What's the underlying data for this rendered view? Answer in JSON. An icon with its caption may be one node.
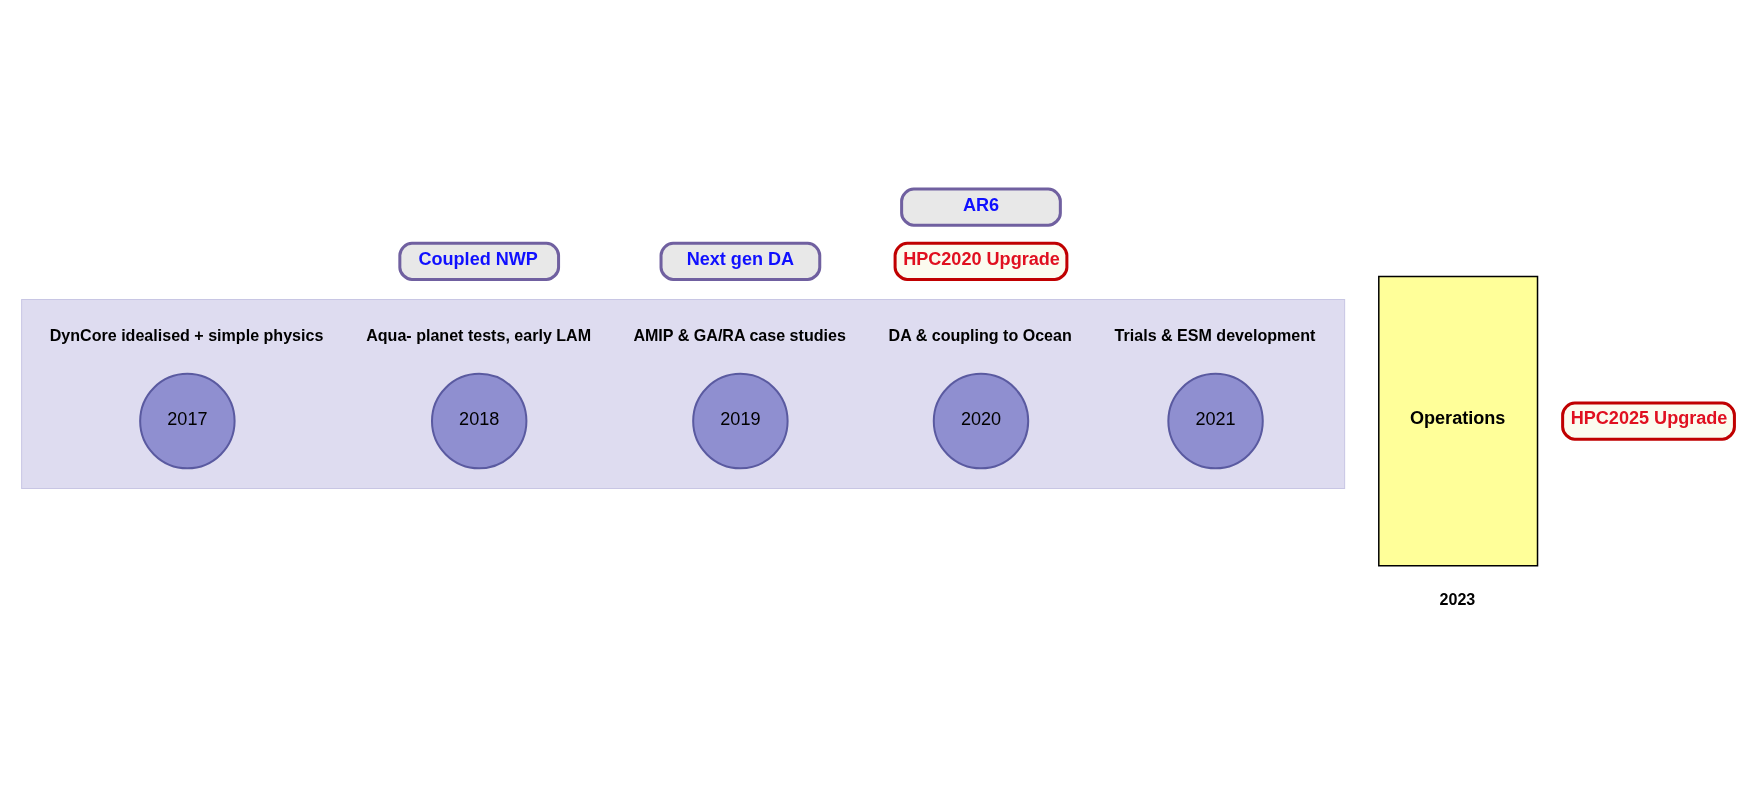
{
  "diagram": {
    "nodes": [
      {
        "text": [],
        "shape": "arrow"
      },
      {
        "text": [
          "2017"
        ],
        "in": 0,
        "beside": [
          "DynCore idealised + simple physics"
        ]
      },
      {
        "text": [
          "2018"
        ],
        "in": 0,
        "beside": [
          "Aqua- planet tests, early LAM"
        ]
      },
      {
        "text": [
          "2019"
        ],
        "in": 0,
        "beside": [
          "AMIP & GA/RA case studies"
        ]
      },
      {
        "text": [
          "2020"
        ],
        "in": 0,
        "beside": [
          "DA & coupling to Ocean"
        ]
      },
      {
        "text": [
          "2021"
        ],
        "in": 0,
        "beside": [
          "Trials & ESM development"
        ]
      },
      {
        "text": [
          "HPC2020 Upgrade"
        ]
      },
      {
        "text": [
          "Coupled NWP"
        ]
      },
      {
        "text": [
          "Next gen DA"
        ]
      },
      {
        "text": [
          "AR6"
        ]
      },
      {
        "text": [
          "Operations"
        ],
        "beside": [
          "2023"
        ]
      },
      {
        "text": [
          "HPC2025 Upgrade"
        ]
      }
    ],
    "edges": []
  }
}
